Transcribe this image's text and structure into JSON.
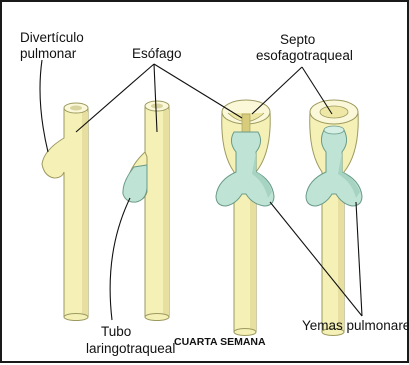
{
  "labels": {
    "diverticulo_line1": "Divertículo",
    "diverticulo_line2": "pulmonar",
    "esofago": "Esófago",
    "septo_line1": "Septo",
    "septo_line2": "esofagotraqueal",
    "tubo_line1": "Tubo",
    "tubo_line2": "laringotraqueal",
    "caption": "CUARTA SEMANA",
    "yemas": "Yemas pulmonares"
  },
  "colors": {
    "tube": "#f5f0b6",
    "bud": "#bfe3d4",
    "outline": "#9c9a5f",
    "text": "#111111"
  }
}
